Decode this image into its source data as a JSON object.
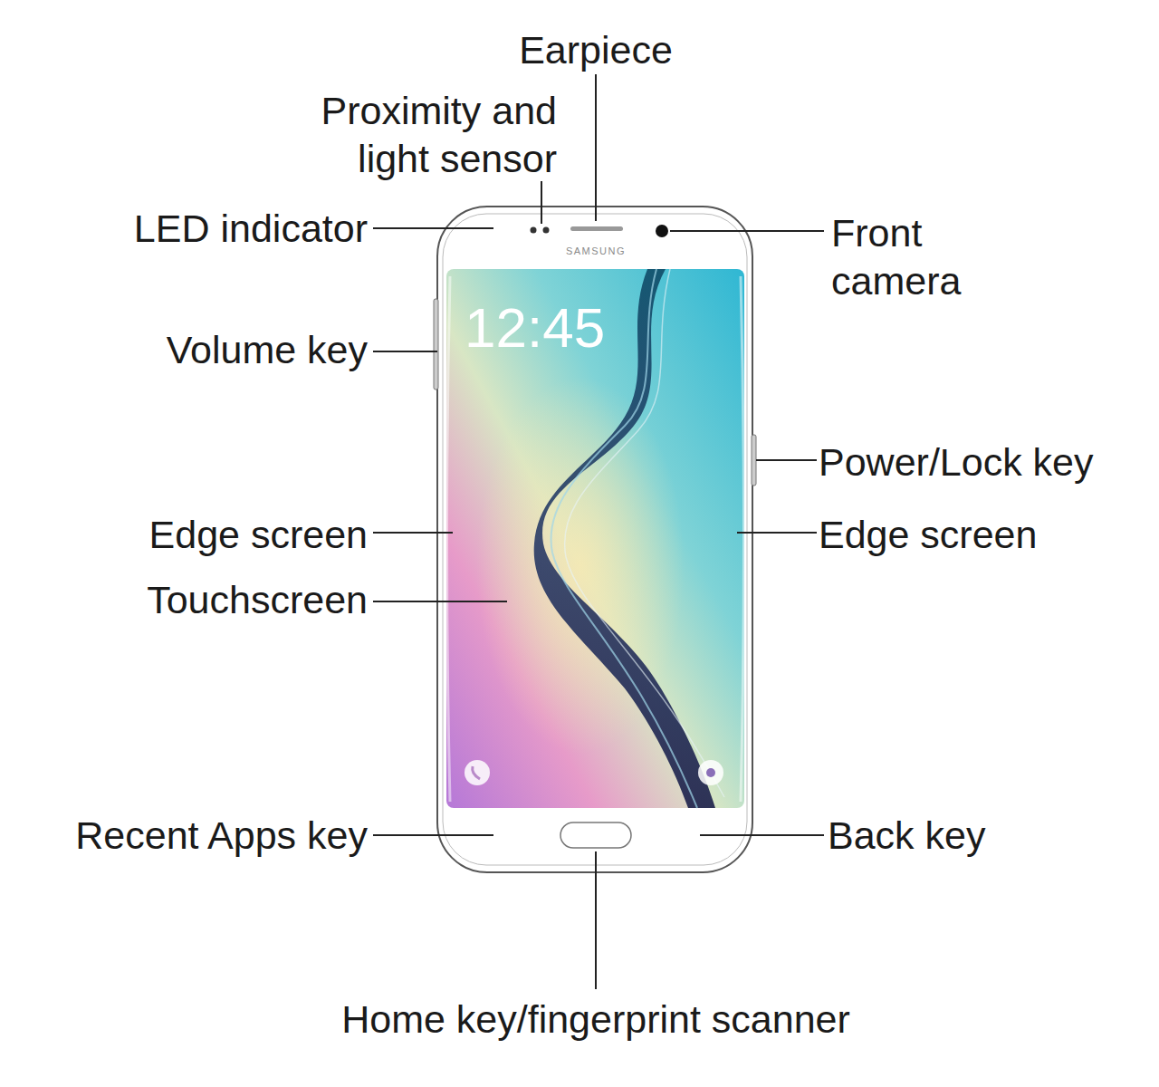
{
  "diagram": {
    "labels": [
      "Earpiece",
      "Proximity and light sensor",
      "LED indicator",
      "Front camera",
      "Volume key",
      "Power/Lock key",
      "Edge screen",
      "Edge screen",
      "Touchscreen",
      "Recent Apps key",
      "Back key",
      "Home key/fingerprint scanner",
      "SAMSUNG",
      "12:45"
    ]
  }
}
